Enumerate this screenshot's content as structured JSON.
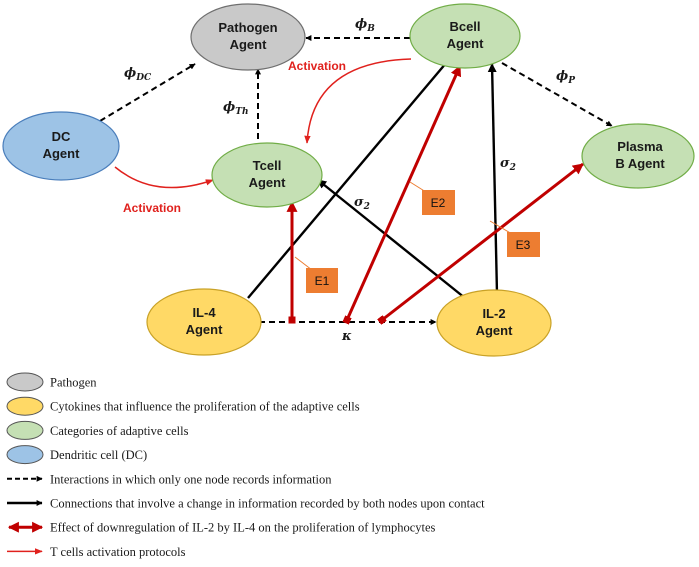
{
  "colors": {
    "pathogen_fill": "#c9c9c9",
    "cytokine_fill": "#ffd966",
    "adaptive_fill": "#c5e0b4",
    "dc_fill": "#9dc3e6",
    "activation_red": "#e0211d",
    "downregulation_red": "#c00000",
    "effect_box": "#ed7d31"
  },
  "nodes": {
    "pathogen": [
      "Pathogen",
      "Agent"
    ],
    "bcell": [
      "Bcell",
      "Agent"
    ],
    "dc": [
      "DC",
      "Agent"
    ],
    "tcell": [
      "Tcell",
      "Agent"
    ],
    "plasma": [
      "Plasma",
      "B Agent"
    ],
    "il4": [
      "IL-4",
      "Agent"
    ],
    "il2": [
      "IL-2",
      "Agent"
    ]
  },
  "edge_labels": {
    "phi_dc": {
      "base": "ϕ",
      "sub": "DC"
    },
    "phi_b": {
      "base": "ϕ",
      "sub": "B"
    },
    "phi_th": {
      "base": "ϕ",
      "sub": "Th"
    },
    "phi_p": {
      "base": "ϕ",
      "sub": "P"
    },
    "sigma2_tcell": {
      "base": "σ",
      "sub": "2"
    },
    "sigma2_bcell": {
      "base": "σ",
      "sub": "2"
    },
    "kappa": "κ",
    "activation_top": "Activation",
    "activation_left": "Activation"
  },
  "effects": {
    "e1": "E1",
    "e2": "E2",
    "e3": "E3"
  },
  "legend": [
    {
      "kind": "ellipse",
      "icon": "pathogen-ellipse-icon",
      "color": "#c9c9c9",
      "text": "Pathogen"
    },
    {
      "kind": "ellipse",
      "icon": "cytokine-ellipse-icon",
      "color": "#ffd966",
      "text": "Cytokines that influence the proliferation of the adaptive cells"
    },
    {
      "kind": "ellipse",
      "icon": "adaptive-ellipse-icon",
      "color": "#c5e0b4",
      "text": "Categories of adaptive cells"
    },
    {
      "kind": "ellipse",
      "icon": "dc-ellipse-icon",
      "color": "#9dc3e6",
      "text": "Dendritic cell (DC)"
    },
    {
      "kind": "dashed-arrow",
      "icon": "dashed-arrow-icon",
      "color": "#000000",
      "text": "Interactions in which only one node records information"
    },
    {
      "kind": "solid-arrow",
      "icon": "solid-arrow-icon",
      "color": "#000000",
      "text": "Connections that involve a change in information recorded by both nodes upon contact"
    },
    {
      "kind": "double-arrow",
      "icon": "double-headed-red-arrow-icon",
      "color": "#c00000",
      "text": "Effect of downregulation of IL-2 by IL-4 on the proliferation of lymphocytes"
    },
    {
      "kind": "thin-arrow",
      "icon": "thin-red-arrow-icon",
      "color": "#e0211d",
      "text": "T cells activation protocols"
    }
  ]
}
